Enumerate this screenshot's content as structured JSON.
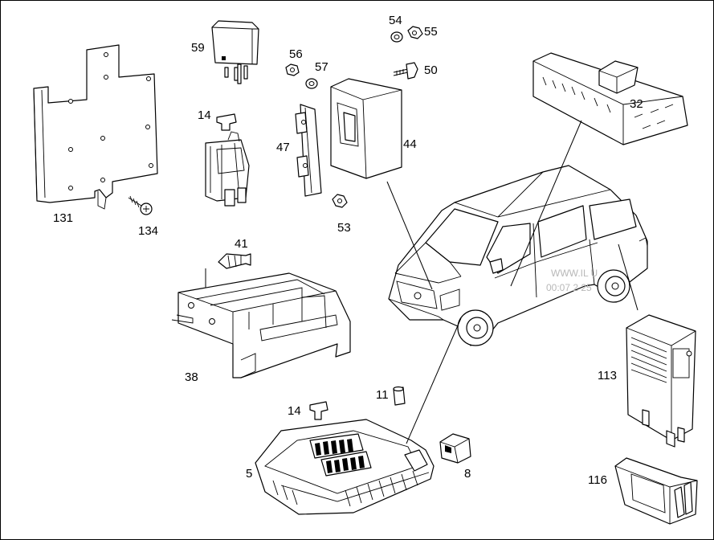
{
  "labels": {
    "l131": "131",
    "l134": "134",
    "l59": "59",
    "l14a": "14",
    "l56": "56",
    "l57": "57",
    "l47": "47",
    "l54": "54",
    "l55": "55",
    "l50": "50",
    "l44": "44",
    "l53": "53",
    "l32": "32",
    "l41": "41",
    "l38": "38",
    "l113": "113",
    "l11": "11",
    "l14b": "14",
    "l5": "5",
    "l8": "8",
    "l116": "116"
  },
  "watermark": {
    "line1": "WWW.IL            U",
    "line2": "00:07 2      25"
  }
}
